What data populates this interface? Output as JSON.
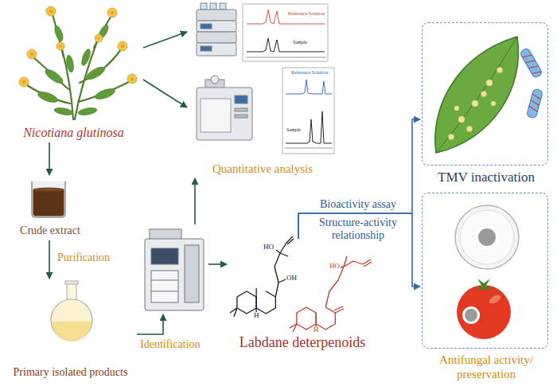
{
  "diagram": {
    "nodes": [
      {
        "text": [
          "Nicotiana glutinosa"
        ]
      },
      {
        "text": [
          "Quantitative analysis"
        ]
      },
      {
        "text": [
          "Crude extract"
        ]
      },
      {
        "text": [
          "Primary isolated products"
        ]
      },
      {
        "text": []
      },
      {
        "text": [
          "Labdane deterpenoids"
        ]
      },
      {
        "text": [
          "TMV inactivation"
        ]
      },
      {
        "text": [
          "Antifungal activity/ preservation"
        ]
      }
    ],
    "edges": [
      {
        "from": 0,
        "to": 2,
        "arrow": "to"
      },
      {
        "from": 2,
        "to": 3,
        "label": "Purification",
        "arrow": "to"
      },
      {
        "from": 3,
        "to": 4,
        "label": "Identification",
        "arrow": "to"
      },
      {
        "from": 4,
        "to": 1,
        "arrow": "to"
      },
      {
        "from": 4,
        "to": 5,
        "arrow": "to"
      },
      {
        "from": 0,
        "to": 1,
        "arrow": "to"
      },
      {
        "from": 0,
        "to": 1,
        "arrow": "to"
      },
      {
        "from": 5,
        "to": 6,
        "label": "Bioactivity assay",
        "arrow": "to"
      },
      {
        "from": 5,
        "to": 7,
        "label": "Structure-activity relationship",
        "arrow": "to"
      }
    ],
    "labels": [
      "Reference Solution",
      "Sample",
      "Reference Solution",
      "Sample",
      "HO",
      "OH",
      "H",
      "HO",
      "H"
    ]
  }
}
